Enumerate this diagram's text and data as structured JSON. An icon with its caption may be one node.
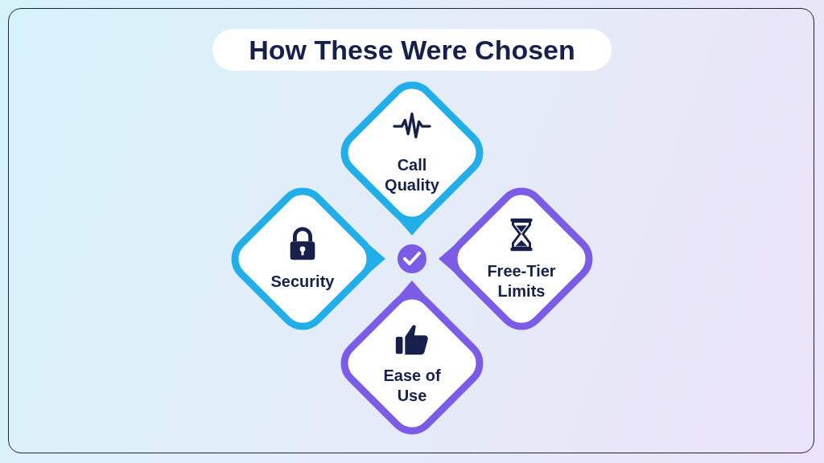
{
  "diagram": {
    "title": "How These Were Chosen",
    "nodes": [
      {
        "text": [
          "Call Quality"
        ]
      },
      {
        "text": [
          "Security"
        ]
      },
      {
        "text": [],
        "shape": "circle"
      },
      {
        "text": [
          "Free-Tier Limits"
        ]
      },
      {
        "text": [
          "Ease of Use"
        ]
      }
    ],
    "edges": []
  }
}
